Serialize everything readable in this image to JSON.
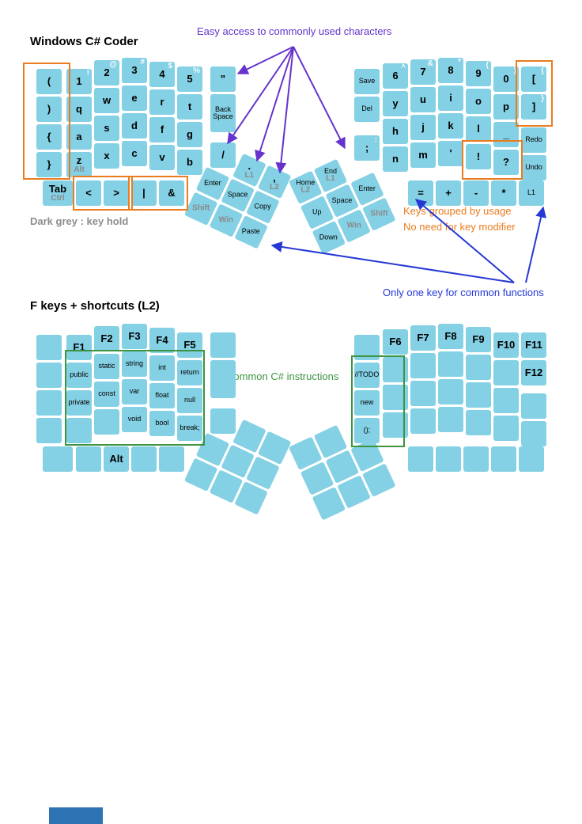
{
  "page": {
    "title1": "Windows C# Coder",
    "title2": "F keys + shortcuts (L2)",
    "legend_hold": "Dark grey : key hold"
  },
  "annotations": {
    "easy_access": "Easy access to commonly used characters",
    "grouped_line1": "Keys grouped by usage",
    "grouped_line2": "No need for key modifier",
    "one_key": "Only one key for common functions",
    "csharp_note": "Common C# instructions"
  },
  "colors": {
    "key": "#84d0e4",
    "orange": "#e97c1f",
    "purple": "#6633cc",
    "blue": "#2638d4",
    "green": "#3c9440",
    "grey": "#8c8c8c",
    "footer_bar": "#2e74b5"
  },
  "layer1": {
    "left": {
      "main": [
        {
          "c": 0,
          "r": 0,
          "label": "("
        },
        {
          "c": 0,
          "r": 1,
          "label": ")"
        },
        {
          "c": 0,
          "r": 2,
          "label": "{"
        },
        {
          "c": 0,
          "r": 3,
          "label": "}"
        },
        {
          "c": 1,
          "r": 0,
          "label": "1",
          "shift": "!"
        },
        {
          "c": 1,
          "r": 1,
          "label": "q"
        },
        {
          "c": 1,
          "r": 2,
          "label": "a"
        },
        {
          "c": 1,
          "r": 3,
          "label": "z",
          "hold": "Alt"
        },
        {
          "c": 2,
          "r": 0,
          "label": "2",
          "shift": "@"
        },
        {
          "c": 2,
          "r": 1,
          "label": "w"
        },
        {
          "c": 2,
          "r": 2,
          "label": "s"
        },
        {
          "c": 2,
          "r": 3,
          "label": "x"
        },
        {
          "c": 3,
          "r": 0,
          "label": "3",
          "shift": "#"
        },
        {
          "c": 3,
          "r": 1,
          "label": "e"
        },
        {
          "c": 3,
          "r": 2,
          "label": "d"
        },
        {
          "c": 3,
          "r": 3,
          "label": "c"
        },
        {
          "c": 4,
          "r": 0,
          "label": "4",
          "shift": "$"
        },
        {
          "c": 4,
          "r": 1,
          "label": "r"
        },
        {
          "c": 4,
          "r": 2,
          "label": "f"
        },
        {
          "c": 4,
          "r": 3,
          "label": "v"
        },
        {
          "c": 5,
          "r": 0,
          "label": "5",
          "shift": "%"
        },
        {
          "c": 5,
          "r": 1,
          "label": "t"
        },
        {
          "c": 5,
          "r": 2,
          "label": "g"
        },
        {
          "c": 5,
          "r": 3,
          "label": "b"
        },
        {
          "c": 6,
          "r": 0,
          "label": "\""
        },
        {
          "c": 6,
          "r": 1,
          "label": "Back Space",
          "small": true,
          "h": 48
        },
        {
          "c": 6,
          "r": 3,
          "label": "/",
          "yo": -9
        }
      ],
      "bottom": [
        {
          "label": "Tab",
          "hold": "Ctrl",
          "w": 38
        },
        {
          "label": "<"
        },
        {
          "label": ">"
        },
        {
          "label": "|"
        },
        {
          "label": "&"
        }
      ],
      "thumb": [
        {
          "c": 1,
          "r": 0,
          "label": ".",
          "hold": "L1"
        },
        {
          "c": 2,
          "r": 0,
          "label": ",",
          "hold": "L2"
        },
        {
          "c": 0,
          "r": 1,
          "label": "Enter",
          "small": true
        },
        {
          "c": 1,
          "r": 1,
          "label": "Space",
          "small": true
        },
        {
          "c": 2,
          "r": 1,
          "label": "Copy",
          "small": true
        },
        {
          "c": 0,
          "r": 2,
          "label": "Shift",
          "small": true,
          "grey": true
        },
        {
          "c": 1,
          "r": 2,
          "label": "Win",
          "small": true,
          "grey": true
        },
        {
          "c": 2,
          "r": 2,
          "label": "Paste",
          "small": true
        }
      ]
    },
    "right": {
      "main": [
        {
          "c": 0,
          "r": 0,
          "label": "Save",
          "small": true
        },
        {
          "c": 0,
          "r": 1,
          "label": "Del",
          "small": true
        },
        {
          "c": 0,
          "r": 2,
          "label": ";",
          "shift": ":",
          "yo": 14
        },
        {
          "c": 1,
          "r": 0,
          "label": "6",
          "shift": "^"
        },
        {
          "c": 1,
          "r": 1,
          "label": "y"
        },
        {
          "c": 1,
          "r": 2,
          "label": "h"
        },
        {
          "c": 1,
          "r": 3,
          "label": "n"
        },
        {
          "c": 2,
          "r": 0,
          "label": "7",
          "shift": "&"
        },
        {
          "c": 2,
          "r": 1,
          "label": "u"
        },
        {
          "c": 2,
          "r": 2,
          "label": "j"
        },
        {
          "c": 2,
          "r": 3,
          "label": "m"
        },
        {
          "c": 3,
          "r": 0,
          "label": "8",
          "shift": "*"
        },
        {
          "c": 3,
          "r": 1,
          "label": "i"
        },
        {
          "c": 3,
          "r": 2,
          "label": "k"
        },
        {
          "c": 3,
          "r": 3,
          "label": "'"
        },
        {
          "c": 4,
          "r": 0,
          "label": "9",
          "shift": "("
        },
        {
          "c": 4,
          "r": 1,
          "label": "o"
        },
        {
          "c": 4,
          "r": 2,
          "label": "l"
        },
        {
          "c": 4,
          "r": 3,
          "label": "!"
        },
        {
          "c": 5,
          "r": 0,
          "label": "0",
          "shift": ")"
        },
        {
          "c": 5,
          "r": 1,
          "label": "p"
        },
        {
          "c": 5,
          "r": 2,
          "label": "_"
        },
        {
          "c": 5,
          "r": 3,
          "label": "?"
        },
        {
          "c": 6,
          "r": 0,
          "label": "[",
          "shift": "{"
        },
        {
          "c": 6,
          "r": 1,
          "label": "]",
          "shift": "}"
        },
        {
          "c": 6,
          "r": 2,
          "label": "Redo",
          "small": true,
          "yo": 7
        },
        {
          "c": 6,
          "r": 3,
          "label": "Undo",
          "small": true,
          "yo": 7
        }
      ],
      "bottom": [
        {
          "label": "="
        },
        {
          "label": "+"
        },
        {
          "label": "-"
        },
        {
          "label": "*"
        },
        {
          "label": "L1",
          "small": true
        }
      ],
      "thumb": [
        {
          "c": 0,
          "r": 0,
          "label": "Home",
          "hold": "L2",
          "small": true
        },
        {
          "c": 1,
          "r": 0,
          "label": "End",
          "hold": "L1",
          "small": true
        },
        {
          "c": 0,
          "r": 1,
          "label": "Up",
          "small": true
        },
        {
          "c": 1,
          "r": 1,
          "label": "Space",
          "small": true
        },
        {
          "c": 2,
          "r": 1,
          "label": "Enter",
          "small": true
        },
        {
          "c": 0,
          "r": 2,
          "label": "Down",
          "small": true
        },
        {
          "c": 1,
          "r": 2,
          "label": "Win",
          "small": true,
          "grey": true
        },
        {
          "c": 2,
          "r": 2,
          "label": "Shift",
          "small": true,
          "grey": true
        }
      ]
    }
  },
  "layer2": {
    "left": {
      "main": [
        {
          "c": 0,
          "r": 0
        },
        {
          "c": 0,
          "r": 1
        },
        {
          "c": 0,
          "r": 2
        },
        {
          "c": 0,
          "r": 3
        },
        {
          "c": 1,
          "r": 0,
          "label": "F1"
        },
        {
          "c": 1,
          "r": 1,
          "label": "public",
          "small": true
        },
        {
          "c": 1,
          "r": 2,
          "label": "private",
          "small": true
        },
        {
          "c": 1,
          "r": 3
        },
        {
          "c": 2,
          "r": 0,
          "label": "F2"
        },
        {
          "c": 2,
          "r": 1,
          "label": "static",
          "small": true
        },
        {
          "c": 2,
          "r": 2,
          "label": "const",
          "small": true
        },
        {
          "c": 2,
          "r": 3
        },
        {
          "c": 3,
          "r": 0,
          "label": "F3"
        },
        {
          "c": 3,
          "r": 1,
          "label": "string",
          "small": true
        },
        {
          "c": 3,
          "r": 2,
          "label": "var",
          "small": true
        },
        {
          "c": 3,
          "r": 3,
          "label": "void",
          "small": true
        },
        {
          "c": 4,
          "r": 0,
          "label": "F4"
        },
        {
          "c": 4,
          "r": 1,
          "label": "int",
          "small": true
        },
        {
          "c": 4,
          "r": 2,
          "label": "float",
          "small": true
        },
        {
          "c": 4,
          "r": 3,
          "label": "bool",
          "small": true
        },
        {
          "c": 5,
          "r": 0,
          "label": "F5"
        },
        {
          "c": 5,
          "r": 1,
          "label": "return",
          "small": true
        },
        {
          "c": 5,
          "r": 2,
          "label": "null",
          "small": true
        },
        {
          "c": 5,
          "r": 3,
          "label": "break;",
          "small": true
        },
        {
          "c": 6,
          "r": 0
        },
        {
          "c": 6,
          "r": 1,
          "h": 48
        },
        {
          "c": 6,
          "r": 3,
          "yo": -9
        }
      ],
      "bottom": [
        {
          "w": 38
        },
        {},
        {
          "label": "Alt"
        },
        {},
        {}
      ],
      "thumb": [
        {
          "c": 1,
          "r": 0
        },
        {
          "c": 2,
          "r": 0
        },
        {
          "c": 0,
          "r": 1
        },
        {
          "c": 1,
          "r": 1
        },
        {
          "c": 2,
          "r": 1
        },
        {
          "c": 0,
          "r": 2
        },
        {
          "c": 1,
          "r": 2
        },
        {
          "c": 2,
          "r": 2
        }
      ]
    },
    "right": {
      "main": [
        {
          "c": 0,
          "r": 0
        },
        {
          "c": 0,
          "r": 1,
          "label": "//TODO",
          "small": true
        },
        {
          "c": 0,
          "r": 2,
          "label": "new",
          "small": true
        },
        {
          "c": 0,
          "r": 3,
          "label": "();",
          "small": true
        },
        {
          "c": 1,
          "r": 0,
          "label": "F6"
        },
        {
          "c": 1,
          "r": 1
        },
        {
          "c": 1,
          "r": 2
        },
        {
          "c": 1,
          "r": 3
        },
        {
          "c": 2,
          "r": 0,
          "label": "F7"
        },
        {
          "c": 2,
          "r": 1
        },
        {
          "c": 2,
          "r": 2
        },
        {
          "c": 2,
          "r": 3
        },
        {
          "c": 3,
          "r": 0,
          "label": "F8"
        },
        {
          "c": 3,
          "r": 1
        },
        {
          "c": 3,
          "r": 2
        },
        {
          "c": 3,
          "r": 3
        },
        {
          "c": 4,
          "r": 0,
          "label": "F9"
        },
        {
          "c": 4,
          "r": 1
        },
        {
          "c": 4,
          "r": 2
        },
        {
          "c": 4,
          "r": 3
        },
        {
          "c": 5,
          "r": 0,
          "label": "F10"
        },
        {
          "c": 5,
          "r": 1
        },
        {
          "c": 5,
          "r": 2
        },
        {
          "c": 5,
          "r": 3
        },
        {
          "c": 6,
          "r": 0,
          "label": "F11"
        },
        {
          "c": 6,
          "r": 1,
          "label": "F12"
        },
        {
          "c": 6,
          "r": 2,
          "yo": 7
        },
        {
          "c": 6,
          "r": 3,
          "yo": 7
        }
      ],
      "bottom": [
        {},
        {},
        {},
        {},
        {}
      ],
      "thumb": [
        {
          "c": 0,
          "r": 0
        },
        {
          "c": 1,
          "r": 0
        },
        {
          "c": 0,
          "r": 1
        },
        {
          "c": 1,
          "r": 1
        },
        {
          "c": 2,
          "r": 1
        },
        {
          "c": 0,
          "r": 2
        },
        {
          "c": 1,
          "r": 2
        },
        {
          "c": 2,
          "r": 2
        }
      ]
    }
  }
}
